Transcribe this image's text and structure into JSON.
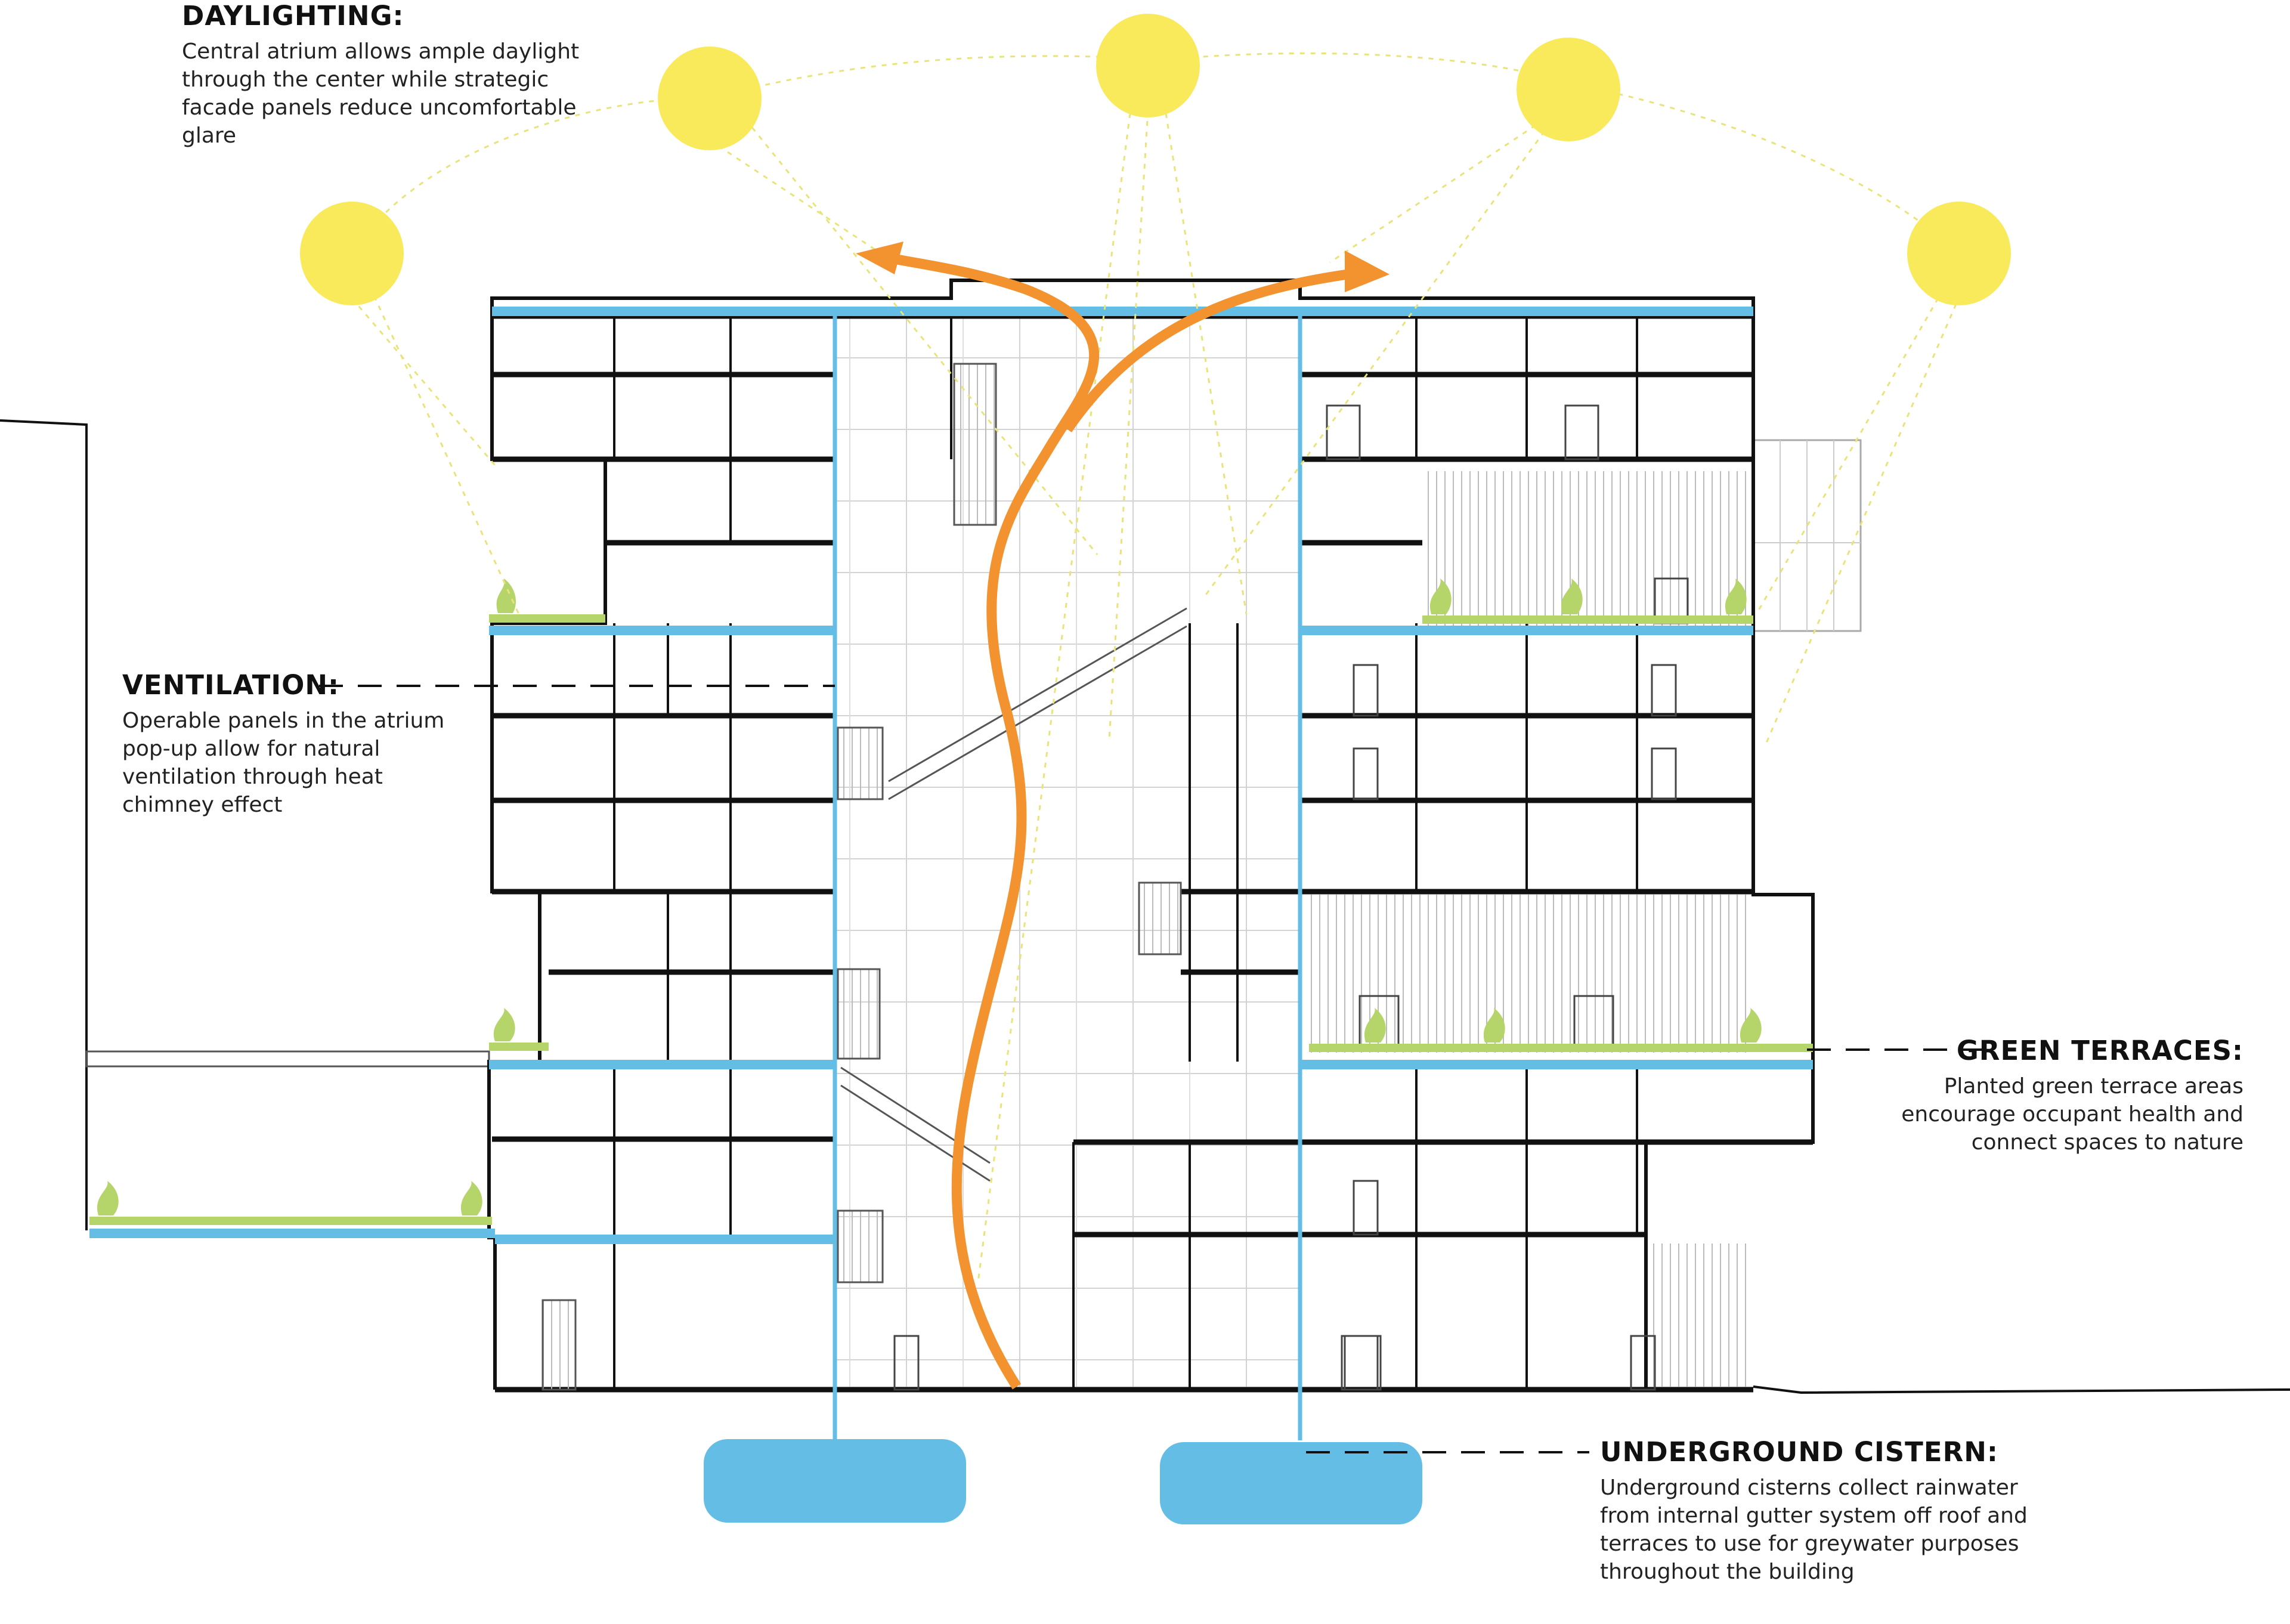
{
  "annotations": {
    "daylighting": {
      "title": "DAYLIGHTING:",
      "body": "Central atrium allows ample daylight through the center while strategic facade panels reduce uncomfortable glare"
    },
    "ventilation": {
      "title": "VENTILATION:",
      "body": "Operable panels in the atrium pop-up allow for natural ventilation through heat chimney effect"
    },
    "green_terraces": {
      "title": "GREEN TERRACES:",
      "body": "Planted green terrace areas encourage occupant health and connect spaces to nature"
    },
    "underground_cistern": {
      "title": "UNDERGROUND CISTERN:",
      "body": "Underground cisterns collect rainwater from internal gutter system off roof and terraces to use for greywater purposes throughout the building"
    }
  },
  "colors": {
    "sun": "#f9ea5c",
    "airflow": "#f29330",
    "water": "#63bde4",
    "terrace": "#b5d56a",
    "structure": "#111111",
    "mullion": "#999999"
  },
  "icons": [
    "sun-icon",
    "airflow-arrow-icon",
    "plant-icon",
    "cistern-icon"
  ]
}
